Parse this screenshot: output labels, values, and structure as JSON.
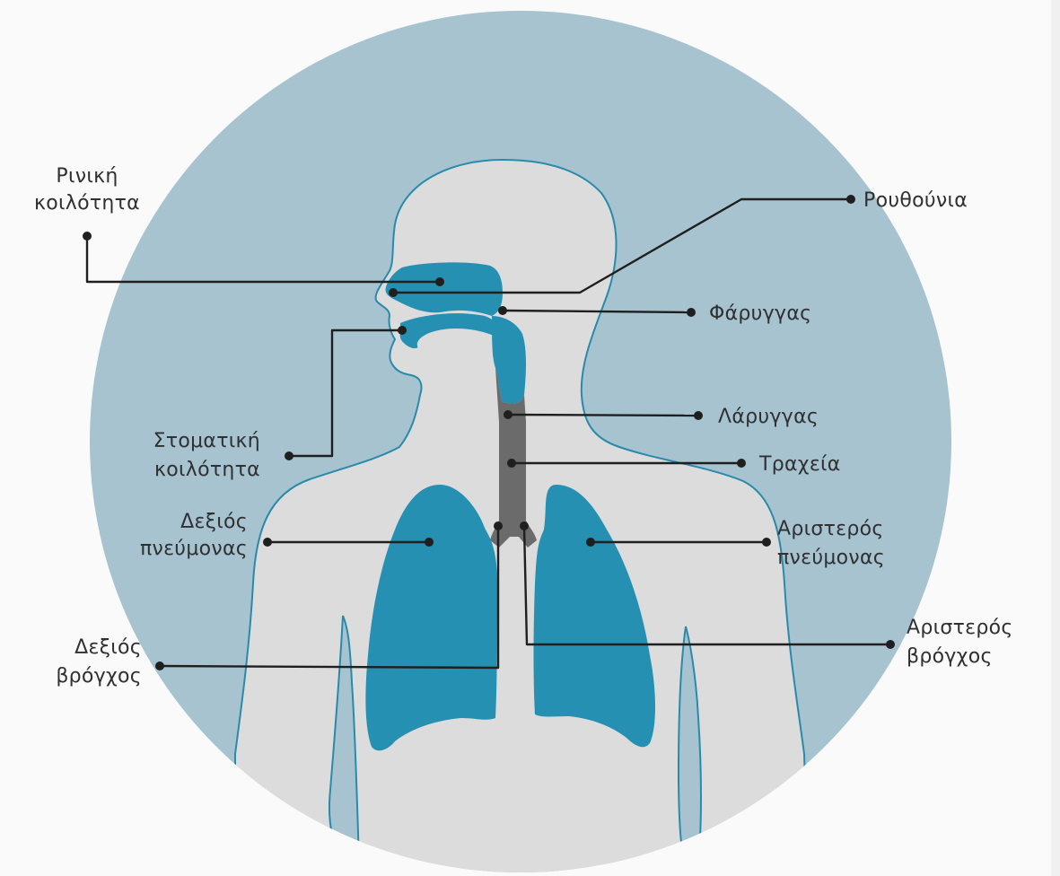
{
  "labels": {
    "nasal_cavity": [
      "Ρινική",
      "κοιλότητα"
    ],
    "nostrils": "Ρουθούνια",
    "pharynx": "Φάρυγγας",
    "oral_cavity": [
      "Στοματική",
      "κοιλότητα"
    ],
    "larynx": "Λάρυγγας",
    "trachea": "Τραχεία",
    "right_lung": [
      "Δεξιός",
      "πνεύμονας"
    ],
    "left_lung": [
      "Αριστερός",
      "πνεύμονας"
    ],
    "right_bronchus": [
      "Δεξιός",
      "βρόγχος"
    ],
    "left_bronchus": [
      "Αριστερός",
      "βρόγχος"
    ]
  },
  "colors": {
    "circle": "#a7c3cf",
    "body": "#dcdcdc",
    "outline": "#2a8aaa",
    "organ": "#2590b2",
    "airway": "#6b6b6b",
    "leader": "#1f1f1f",
    "text": "#2f3032"
  }
}
